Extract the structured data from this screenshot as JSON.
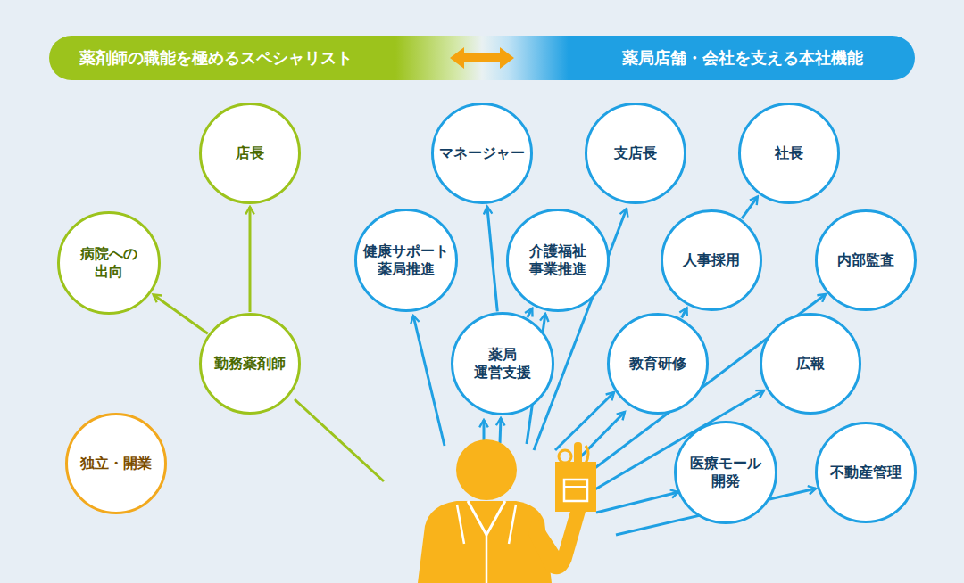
{
  "diagram": {
    "nodes": [
      {
        "text": [
          "薬剤師の職能を極めるスペシャリスト",
          "薬局店舗・会社を支える本社機能"
        ]
      },
      {
        "text": [
          "店長"
        ]
      },
      {
        "text": [
          "マネージャー"
        ]
      },
      {
        "text": [
          "支店長"
        ]
      },
      {
        "text": [
          "社長"
        ]
      },
      {
        "text": [
          "病院への 出向"
        ]
      },
      {
        "text": [
          "健康サポート 薬局推進"
        ]
      },
      {
        "text": [
          "介護福祉 事業推進"
        ]
      },
      {
        "text": [
          "人事採用"
        ]
      },
      {
        "text": [
          "内部監査"
        ]
      },
      {
        "text": [
          "勤務薬剤師"
        ]
      },
      {
        "text": [
          "薬局 運営支援"
        ]
      },
      {
        "text": [
          "教育研修"
        ]
      },
      {
        "text": [
          "広報"
        ]
      },
      {
        "text": [
          "独立・開業"
        ]
      },
      {
        "text": [
          "医療モール 開発"
        ]
      },
      {
        "text": [
          "不動産管理"
        ]
      }
    ],
    "edges": [
      {
        "from": 10,
        "to": 1,
        "arrow": "to"
      },
      {
        "from": 10,
        "to": 5,
        "arrow": "to"
      },
      {
        "from": 11,
        "to": 2,
        "arrow": "to"
      },
      {
        "from": 11,
        "to": 7,
        "arrow": "to"
      },
      {
        "from": 12,
        "to": 8,
        "arrow": "to"
      },
      {
        "from": 8,
        "to": 4,
        "arrow": "to"
      }
    ]
  }
}
